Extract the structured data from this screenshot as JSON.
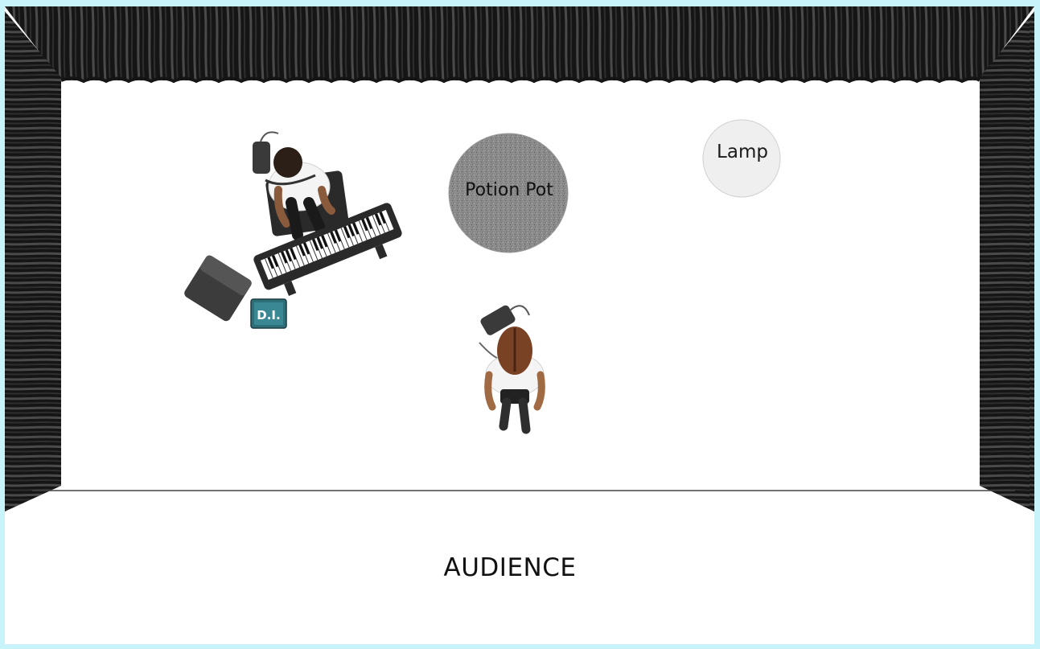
{
  "stage": {
    "props": {
      "potion_pot": {
        "label": "Potion Pot"
      },
      "lamp": {
        "label": "Lamp"
      },
      "di_box": {
        "label": "D.I."
      }
    },
    "audience_label": "AUDIENCE"
  },
  "colors": {
    "frame_border": "#c8f3fb",
    "curtain": "#1c1c1c",
    "stage_floor": "#ffffff",
    "potion_pot": "#8a8a8a",
    "lamp": "#efefef",
    "di_box": "#2d6f79"
  },
  "icons": [
    "keyboard-player-icon",
    "keyboard-icon",
    "monitor-wedge-icon",
    "di-box-icon",
    "singer-icon",
    "wireless-pack-icon"
  ]
}
